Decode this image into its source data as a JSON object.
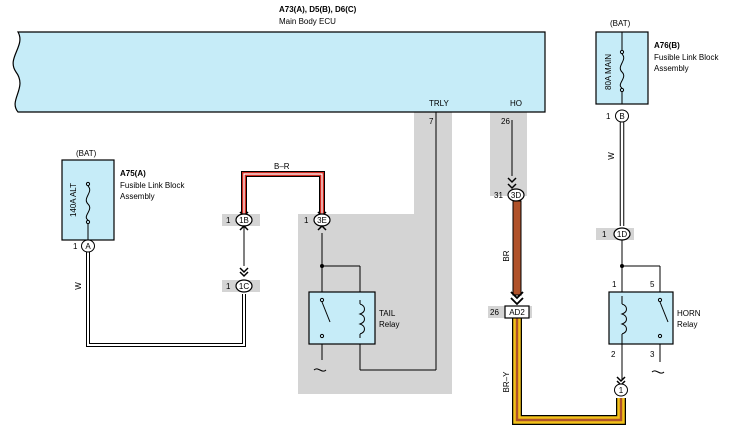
{
  "ecu": {
    "code": "A73(A), D5(B), D6(C)",
    "name": "Main Body ECU",
    "pin_trly_name": "TRLY",
    "pin_trly_num": "7",
    "pin_ho_name": "HO",
    "pin_ho_num": "26"
  },
  "fuse_a75": {
    "bat": "(BAT)",
    "code": "A75(A)",
    "name_line1": "Fusible Link Block",
    "name_line2": "Assembly",
    "rating": "140A ALT",
    "pin_num": "1",
    "pin_letter": "A",
    "wire_color": "W"
  },
  "fuse_a76": {
    "bat": "(BAT)",
    "code": "A76(B)",
    "name_line1": "Fusible Link Block",
    "name_line2": "Assembly",
    "rating": "80A MAIN",
    "pin_num": "1",
    "pin_letter": "B",
    "wire_color": "W"
  },
  "connectors": {
    "c1b_num": "1",
    "c1b_id": "1B",
    "c1c_num": "1",
    "c1c_id": "1C",
    "c3e_num": "1",
    "c3e_id": "3E",
    "c3d_num": "31",
    "c3d_id": "3D",
    "ad2_num": "26",
    "ad2_id": "AD2",
    "c1d_num": "1",
    "c1d_id": "1D",
    "c1_id": "1"
  },
  "wires": {
    "br_r": "B–R",
    "br": "BR",
    "br_y": "BR–Y"
  },
  "tail_relay": {
    "line1": "TAIL",
    "line2": "Relay"
  },
  "horn_relay": {
    "line1": "HORN",
    "line2": "Relay",
    "pin1": "1",
    "pin5": "5",
    "pin2": "2",
    "pin3": "3"
  },
  "colors": {
    "ecu_fill": "#c6ecf8",
    "fuse_fill": "#c6ecf8",
    "shade": "#d4d4d4",
    "br_wire": "#b0522a",
    "br_r_red": "#d0281e",
    "br_y_yellow": "#f2c21a"
  }
}
